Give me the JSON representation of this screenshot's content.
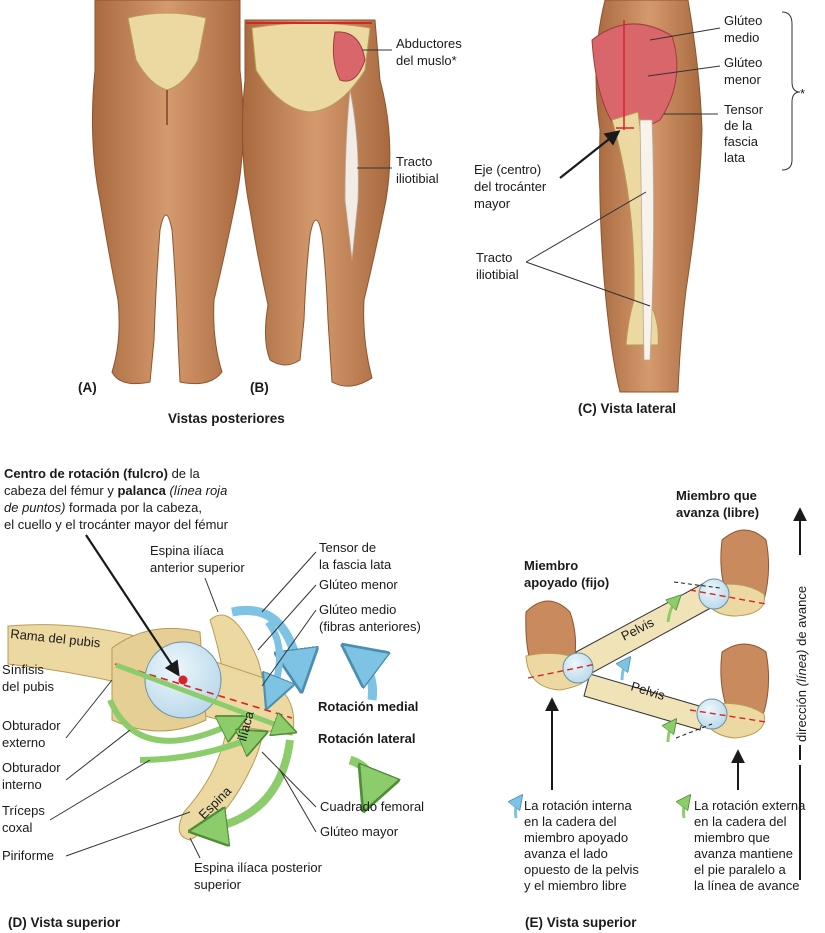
{
  "colors": {
    "skin": "#c98a5e",
    "skin_dark": "#a9693f",
    "bone": "#ecd9a2",
    "muscle": "#d9666a",
    "blue_arrow": "#7ec3e3",
    "green_arrow": "#8ccc6a",
    "red_line": "#d8232a",
    "head_blue": "#cfe6f2"
  },
  "panel_a": {
    "letter": "(A)"
  },
  "panel_b": {
    "letter": "(B)",
    "abductores": [
      "Abductores",
      "del muslo*"
    ],
    "tracto": [
      "Tracto",
      "iliotibial"
    ]
  },
  "posterior_caption": "Vistas posteriores",
  "panel_c": {
    "caption": "(C) Vista lateral",
    "gluteo_medio": [
      "Glúteo",
      "medio"
    ],
    "gluteo_menor": [
      "Glúteo",
      "menor"
    ],
    "tensor": [
      "Tensor",
      "de la",
      "fascia",
      "lata"
    ],
    "asterisk": "*",
    "eje": [
      "Eje (centro)",
      "del trocánter",
      "mayor"
    ],
    "tracto": [
      "Tracto",
      "iliotibial"
    ]
  },
  "panel_d": {
    "caption": "(D) Vista superior",
    "intro": {
      "line1_bold": "Centro de rotación (fulcro)",
      "line1_rest": " de la",
      "line2_a": "cabeza del fémur y ",
      "line2_bold": "palanca",
      "line2_italic": " (línea roja",
      "line3_italic": "de puntos)",
      "line3_rest": " formada por la cabeza,",
      "line4": "el cuello y el trocánter mayor del fémur"
    },
    "espina_anterior": [
      "Espina ilíaca",
      "anterior superior"
    ],
    "tensor": [
      "Tensor de",
      "la fascia lata"
    ],
    "gluteo_menor": "Glúteo menor",
    "gluteo_medio": [
      "Glúteo medio",
      "(fibras anteriores)"
    ],
    "rotacion_medial": "Rotación medial",
    "rotacion_lateral": "Rotación lateral",
    "rama_pubis": "Rama del pubis",
    "sinfisis": [
      "Sínfisis",
      "del pubis"
    ],
    "obturador_externo": [
      "Obturador",
      "externo"
    ],
    "obturador_interno": [
      "Obturador",
      "interno"
    ],
    "triceps": [
      "Tríceps",
      "coxal"
    ],
    "piriforme": "Piriforme",
    "iliaca": "ilíaca",
    "espina": "Espina",
    "cuadrado": "Cuadrado femoral",
    "gluteo_mayor": "Glúteo mayor",
    "espina_posterior": [
      "Espina ilíaca posterior",
      "superior"
    ]
  },
  "panel_e": {
    "caption": "(E) Vista superior",
    "miembro_avanza": [
      "Miembro que",
      "avanza (libre)"
    ],
    "miembro_apoyado": [
      "Miembro",
      "apoyado (fijo)"
    ],
    "pelvis_top": "Pelvis",
    "pelvis_bottom": "Pelvis",
    "direccion": [
      "dirección ",
      "(línea)",
      " de avance"
    ],
    "note_left": [
      "La rotación interna",
      "en la cadera del",
      "miembro apoyado",
      "avanza el lado",
      "opuesto de la pelvis",
      "y el miembro libre"
    ],
    "note_right": [
      "La rotación externa",
      "en la cadera del",
      "miembro que",
      "avanza mantiene",
      "el pie paralelo a",
      "la línea de avance"
    ]
  }
}
